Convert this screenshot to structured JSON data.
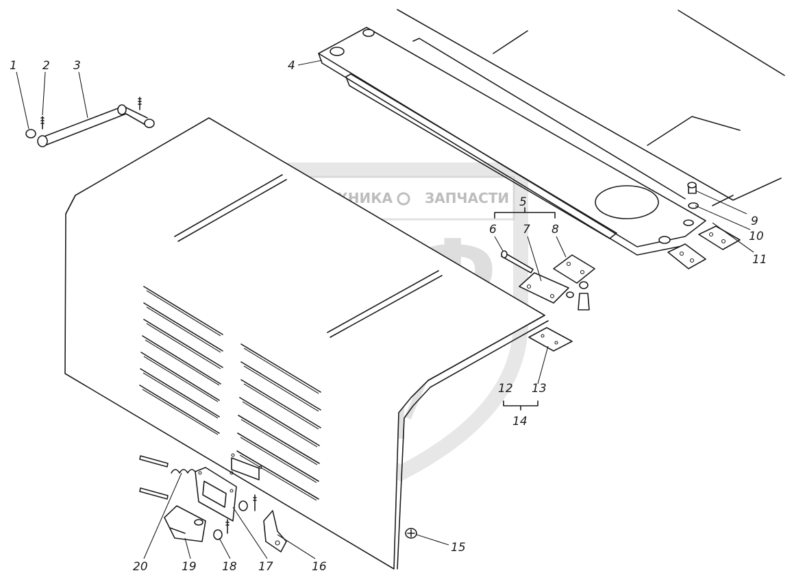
{
  "watermark": {
    "brand_left": "ТЕХНИКА",
    "brand_right": "ЗАПЧАСТИ",
    "monogram": "ЭПФ"
  },
  "callouts": [
    {
      "id": "c1",
      "label": "1"
    },
    {
      "id": "c2",
      "label": "2"
    },
    {
      "id": "c3",
      "label": "3"
    },
    {
      "id": "c4",
      "label": "4"
    },
    {
      "id": "c5",
      "label": "5"
    },
    {
      "id": "c6",
      "label": "6"
    },
    {
      "id": "c7",
      "label": "7"
    },
    {
      "id": "c8",
      "label": "8"
    },
    {
      "id": "c9",
      "label": "9"
    },
    {
      "id": "c10",
      "label": "10"
    },
    {
      "id": "c11",
      "label": "11"
    },
    {
      "id": "c12",
      "label": "12"
    },
    {
      "id": "c13",
      "label": "13"
    },
    {
      "id": "c14",
      "label": "14"
    },
    {
      "id": "c15",
      "label": "15"
    },
    {
      "id": "c16",
      "label": "16"
    },
    {
      "id": "c17",
      "label": "17"
    },
    {
      "id": "c18",
      "label": "18"
    },
    {
      "id": "c19",
      "label": "19"
    },
    {
      "id": "c20",
      "label": "20"
    }
  ]
}
